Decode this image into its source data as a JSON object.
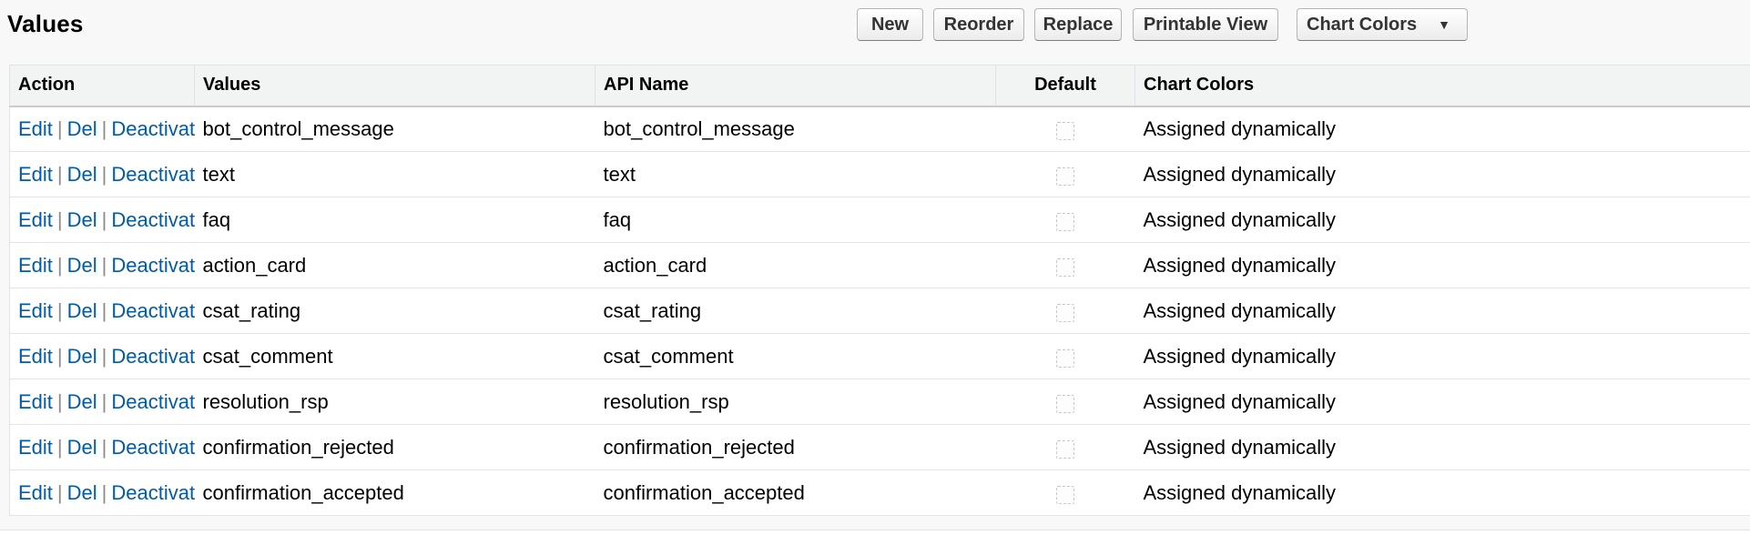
{
  "page": {
    "title": "Values"
  },
  "toolbar": {
    "new_label": "New",
    "reorder_label": "Reorder",
    "replace_label": "Replace",
    "printable_view_label": "Printable View",
    "chart_colors_label": "Chart Colors",
    "chart_colors_caret": "▼"
  },
  "table": {
    "columns": {
      "action": "Action",
      "values": "Values",
      "api_name": "API Name",
      "default": "Default",
      "chart_colors": "Chart Colors"
    },
    "action_labels": {
      "edit": "Edit",
      "del": "Del",
      "deactivate": "Deactivate",
      "separator": "|"
    },
    "rows": [
      {
        "value": "bot_control_message",
        "api_name": "bot_control_message",
        "default_checked": false,
        "chart_color": "Assigned dynamically"
      },
      {
        "value": "text",
        "api_name": "text",
        "default_checked": false,
        "chart_color": "Assigned dynamically"
      },
      {
        "value": "faq",
        "api_name": "faq",
        "default_checked": false,
        "chart_color": "Assigned dynamically"
      },
      {
        "value": "action_card",
        "api_name": "action_card",
        "default_checked": false,
        "chart_color": "Assigned dynamically"
      },
      {
        "value": "csat_rating",
        "api_name": "csat_rating",
        "default_checked": false,
        "chart_color": "Assigned dynamically"
      },
      {
        "value": "csat_comment",
        "api_name": "csat_comment",
        "default_checked": false,
        "chart_color": "Assigned dynamically"
      },
      {
        "value": "resolution_rsp",
        "api_name": "resolution_rsp",
        "default_checked": false,
        "chart_color": "Assigned dynamically"
      },
      {
        "value": "confirmation_rejected",
        "api_name": "confirmation_rejected",
        "default_checked": false,
        "chart_color": "Assigned dynamically"
      },
      {
        "value": "confirmation_accepted",
        "api_name": "confirmation_accepted",
        "default_checked": false,
        "chart_color": "Assigned dynamically"
      }
    ]
  },
  "colors": {
    "link": "#015ba7",
    "header_bg": "#f2f3f3",
    "panel_bg": "#f8f8f8"
  }
}
